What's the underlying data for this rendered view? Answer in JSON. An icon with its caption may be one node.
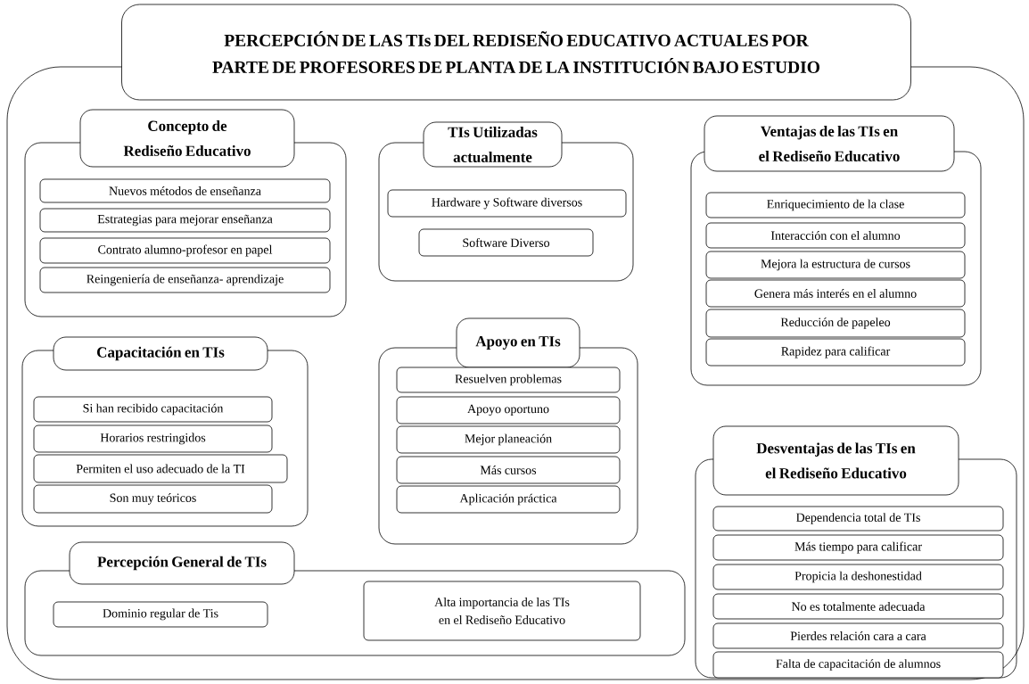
{
  "diagram": {
    "nodes": [
      {
        "text": [
          "PERCEPCIÓN DE LAS TIs DEL REDISEÑO EDUCATIVO ACTUALES POR PARTE DE PROFESORES DE PLANTA DE LA INSTITUCIÓN BAJO ESTUDIO"
        ]
      },
      {
        "text": [
          "Concepto de Rediseño Educativo"
        ]
      },
      {
        "text": [],
        "shape": "box"
      },
      {
        "text": [
          "Nuevos métodos de enseñanza"
        ],
        "in": 2
      },
      {
        "text": [
          "Estrategias para mejorar enseñanza"
        ],
        "in": 2
      },
      {
        "text": [
          "Contrato alumno-profesor en papel"
        ],
        "in": 2
      },
      {
        "text": [
          "Reingeniería de enseñanza- aprendizaje"
        ],
        "in": 2
      },
      {
        "text": [
          "TIs Utilizadas actualmente"
        ]
      },
      {
        "text": [],
        "shape": "box"
      },
      {
        "text": [
          "Hardware y Software diversos"
        ],
        "in": 8
      },
      {
        "text": [
          "Software Diverso"
        ],
        "in": 8
      },
      {
        "text": [
          "Ventajas de las TIs en el Rediseño Educativo"
        ]
      },
      {
        "text": [],
        "shape": "box"
      },
      {
        "text": [
          "Enriquecimiento de la clase"
        ],
        "in": 12
      },
      {
        "text": [
          "Interacción con el alumno"
        ],
        "in": 12
      },
      {
        "text": [
          "Mejora la estructura de cursos"
        ],
        "in": 12
      },
      {
        "text": [
          "Genera más interés en el alumno"
        ],
        "in": 12
      },
      {
        "text": [
          "Reducción de papeleo"
        ],
        "in": 12
      },
      {
        "text": [
          "Rapidez para calificar"
        ],
        "in": 12
      },
      {
        "text": [
          "Capacitación en TIs"
        ]
      },
      {
        "text": [],
        "shape": "box"
      },
      {
        "text": [
          "Si han recibido capacitación"
        ],
        "in": 20
      },
      {
        "text": [
          "Horarios restringidos"
        ],
        "in": 20
      },
      {
        "text": [
          "Permiten el uso adecuado de la TI"
        ],
        "in": 20
      },
      {
        "text": [
          "Son muy teóricos"
        ],
        "in": 20
      },
      {
        "text": [
          "Apoyo en TIs"
        ]
      },
      {
        "text": [],
        "shape": "box"
      },
      {
        "text": [
          "Resuelven problemas"
        ],
        "in": 26
      },
      {
        "text": [
          "Apoyo oportuno"
        ],
        "in": 26
      },
      {
        "text": [
          "Mejor planeación"
        ],
        "in": 26
      },
      {
        "text": [
          "Más cursos"
        ],
        "in": 26
      },
      {
        "text": [
          "Aplicación práctica"
        ],
        "in": 26
      },
      {
        "text": [
          "Desventajas de las TIs en el Rediseño Educativo"
        ]
      },
      {
        "text": [],
        "shape": "box"
      },
      {
        "text": [
          "Dependencia total de TIs"
        ],
        "in": 33
      },
      {
        "text": [
          "Más tiempo para calificar"
        ],
        "in": 33
      },
      {
        "text": [
          "Propicia la deshonestidad"
        ],
        "in": 33
      },
      {
        "text": [
          "No es totalmente adecuada"
        ],
        "in": 33
      },
      {
        "text": [
          "Pierdes relación cara a cara"
        ],
        "in": 33
      },
      {
        "text": [
          "Falta de capacitación de alumnos"
        ],
        "in": 33
      },
      {
        "text": [
          "Percepción General de TIs"
        ]
      },
      {
        "text": [],
        "shape": "box"
      },
      {
        "text": [
          "Dominio regular de Tis"
        ],
        "in": 41
      },
      {
        "text": [
          "Alta importancia de las TIs en el Rediseño Educativo"
        ],
        "in": 41
      }
    ]
  }
}
